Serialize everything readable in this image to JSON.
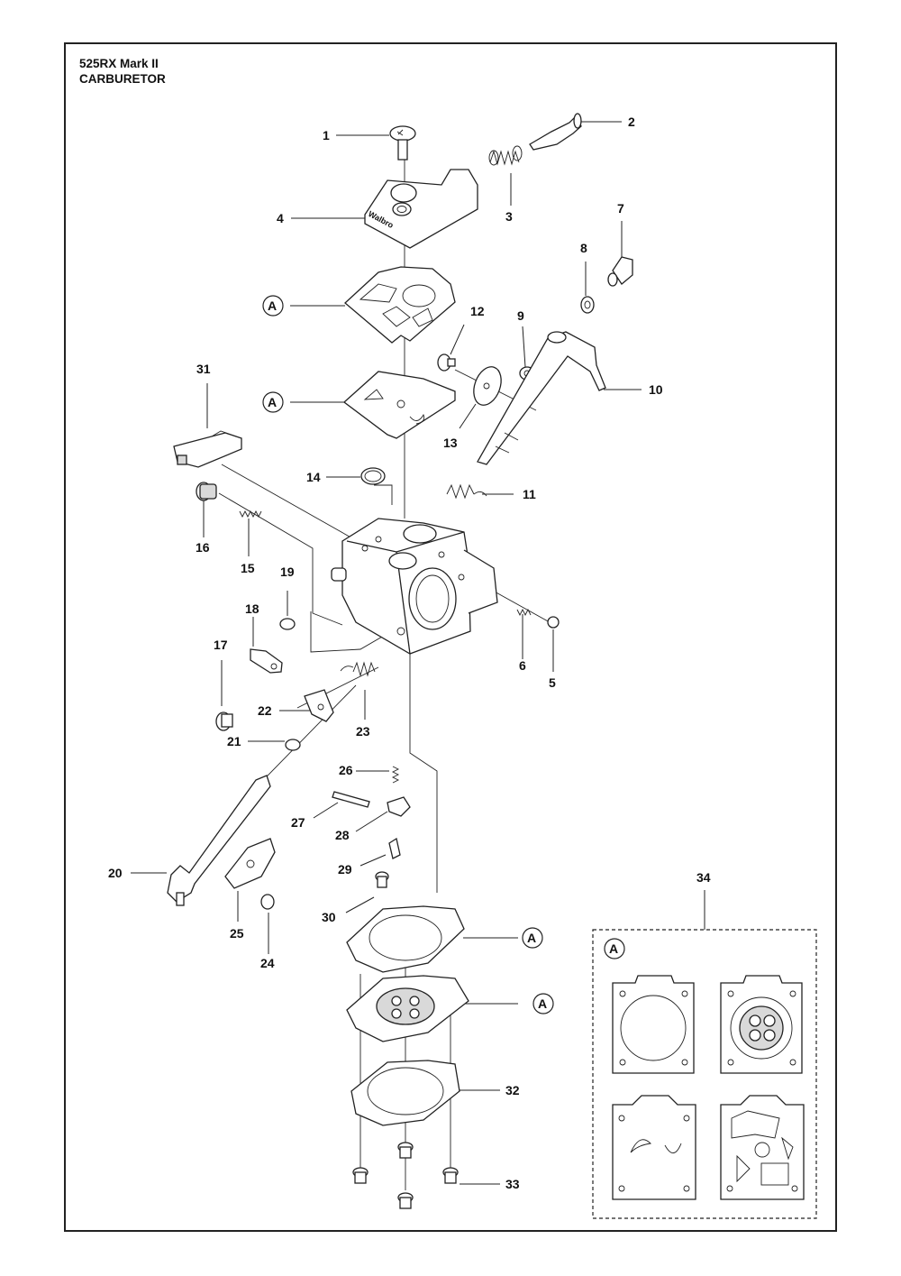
{
  "header": {
    "model": "525RX Mark II",
    "section": "CARBURETOR"
  },
  "brand_mark": "Walbro",
  "gasket_kit_label": "A",
  "callouts": [
    "1",
    "2",
    "3",
    "4",
    "5",
    "6",
    "7",
    "8",
    "9",
    "10",
    "11",
    "12",
    "13",
    "14",
    "15",
    "16",
    "17",
    "18",
    "19",
    "20",
    "21",
    "22",
    "23",
    "24",
    "25",
    "26",
    "27",
    "28",
    "29",
    "30",
    "31",
    "32",
    "33",
    "34"
  ]
}
